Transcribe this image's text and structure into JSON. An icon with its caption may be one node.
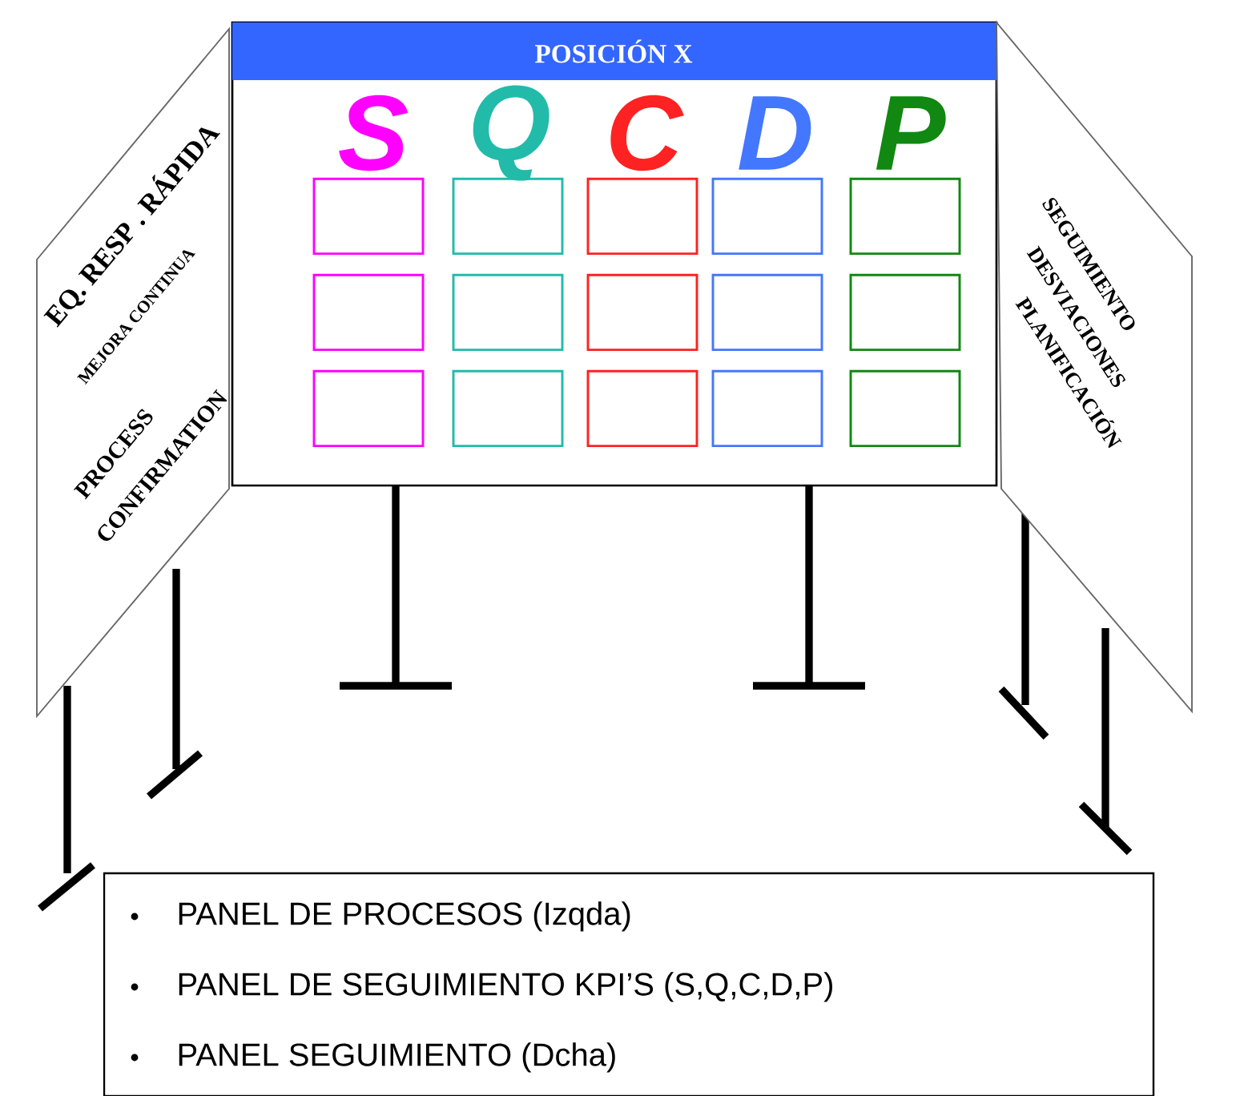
{
  "diagram": {
    "nodes": [
      {
        "text": [
          "EQ. RESP . RÁPIDA",
          "MEJORA CONTINUA",
          "PROCESS CONFIRMATION"
        ]
      },
      {
        "text": [
          "POSICIÓN X",
          "S",
          "Q",
          "C",
          "D",
          "P"
        ]
      },
      {
        "text": [],
        "shape": "box",
        "in": 1
      },
      {
        "text": [],
        "shape": "box",
        "in": 1
      },
      {
        "text": [],
        "shape": "box",
        "in": 1
      },
      {
        "text": [],
        "shape": "box",
        "in": 1
      },
      {
        "text": [],
        "shape": "box",
        "in": 1
      },
      {
        "text": [],
        "shape": "box",
        "in": 1
      },
      {
        "text": [],
        "shape": "box",
        "in": 1
      },
      {
        "text": [],
        "shape": "box",
        "in": 1
      },
      {
        "text": [],
        "shape": "box",
        "in": 1
      },
      {
        "text": [],
        "shape": "box",
        "in": 1
      },
      {
        "text": [],
        "shape": "box",
        "in": 1
      },
      {
        "text": [],
        "shape": "box",
        "in": 1
      },
      {
        "text": [],
        "shape": "box",
        "in": 1
      },
      {
        "text": [],
        "shape": "box",
        "in": 1
      },
      {
        "text": [],
        "shape": "box",
        "in": 1
      },
      {
        "text": [
          "SEGUIMIENTO",
          "DESVIACIONES",
          "PLANIFICACIÓN"
        ]
      },
      {
        "text": [
          "PANEL DE PROCESOS (Izqda)",
          "PANEL DE SEGUIMIENTO KPI’S (S,Q,C,D,P)",
          "PANEL SEGUIMIENTO (Dcha)"
        ]
      }
    ]
  }
}
